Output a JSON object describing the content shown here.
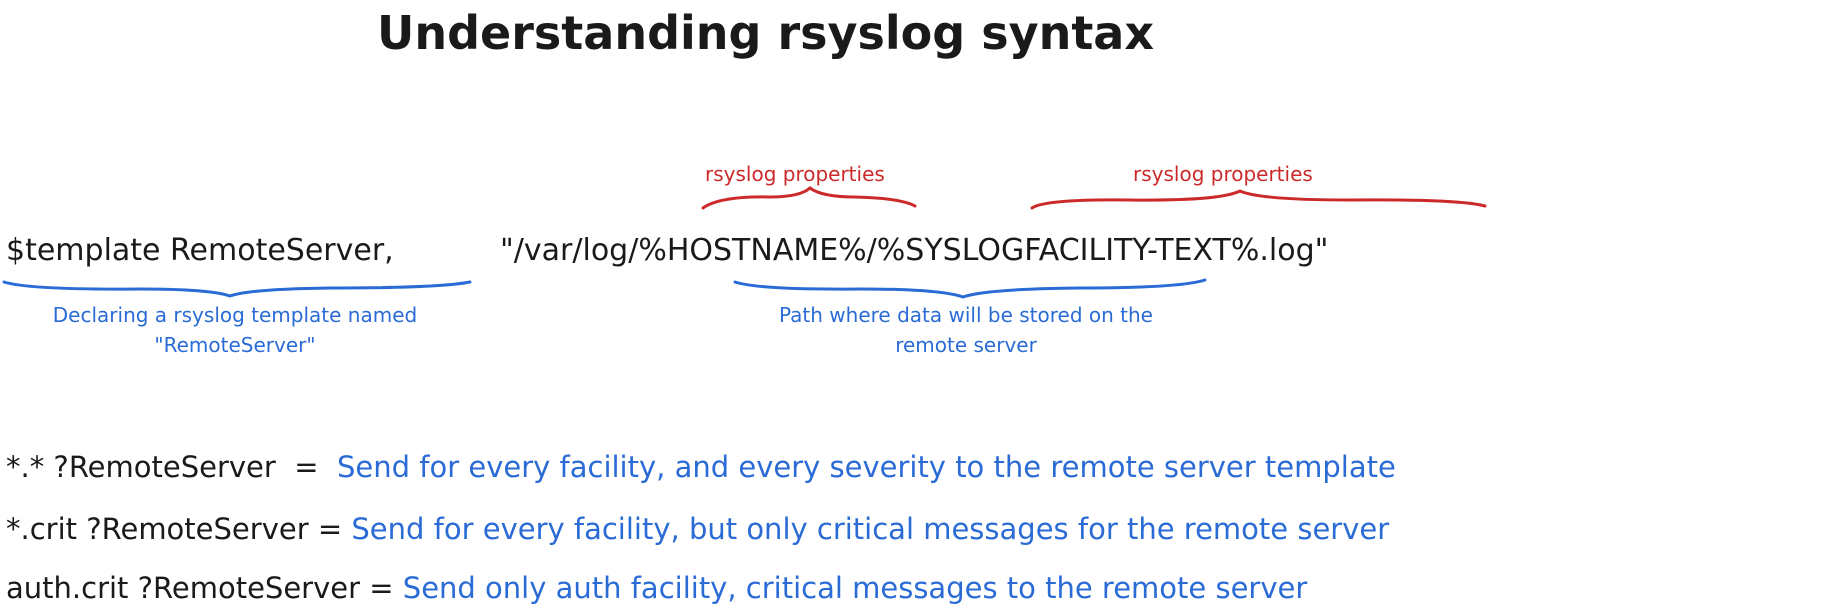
{
  "title": "Understanding rsyslog syntax",
  "template_line": {
    "keyword": "$template RemoteServer,",
    "path": "\"/var/log/%HOSTNAME%/%SYSLOGFACILITY-TEXT%.log\""
  },
  "annotations": {
    "properties_1": "rsyslog properties",
    "properties_2": "rsyslog properties",
    "declare_line1": "Declaring a rsyslog template named",
    "declare_line2": "\"RemoteServer\"",
    "path_line1": "Path where data will be stored on the",
    "path_line2": "remote server"
  },
  "rules": [
    {
      "selector": "*.* ?RemoteServer",
      "eq": "=",
      "desc": "Send for every facility, and every severity to the remote server template"
    },
    {
      "selector": "*.crit ?RemoteServer",
      "eq": "=",
      "desc": "Send for every facility, but only critical messages for the remote server"
    },
    {
      "selector": "auth.crit ?RemoteServer",
      "eq": "=",
      "desc": "Send only auth facility, critical messages to the remote server"
    }
  ],
  "colors": {
    "text": "#1a1a1a",
    "red_annotation": "#cc2a2a",
    "blue_annotation": "#2a6bd6"
  }
}
